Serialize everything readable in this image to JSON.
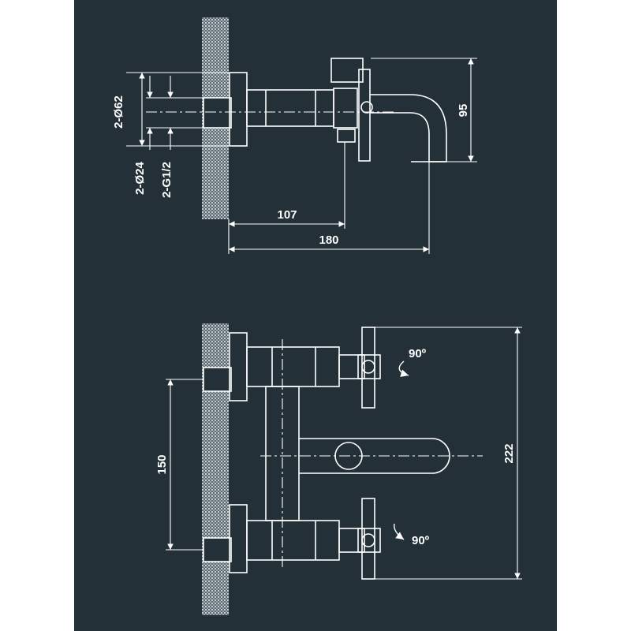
{
  "colors": {
    "background": "#233038",
    "line": "#ffffff",
    "page": "#ffffff"
  },
  "side_view": {
    "dim_diameter_flange": "2-Ø62",
    "dim_diameter_pipe": "2-Ø24",
    "dim_thread": "2-G1/2",
    "dim_wall_to_valve": "107",
    "dim_wall_to_spout": "180",
    "dim_height": "95"
  },
  "top_view": {
    "dim_inlet_spacing": "150",
    "dim_total_length": "222",
    "rotation_upper": "90º",
    "rotation_lower": "90º"
  }
}
